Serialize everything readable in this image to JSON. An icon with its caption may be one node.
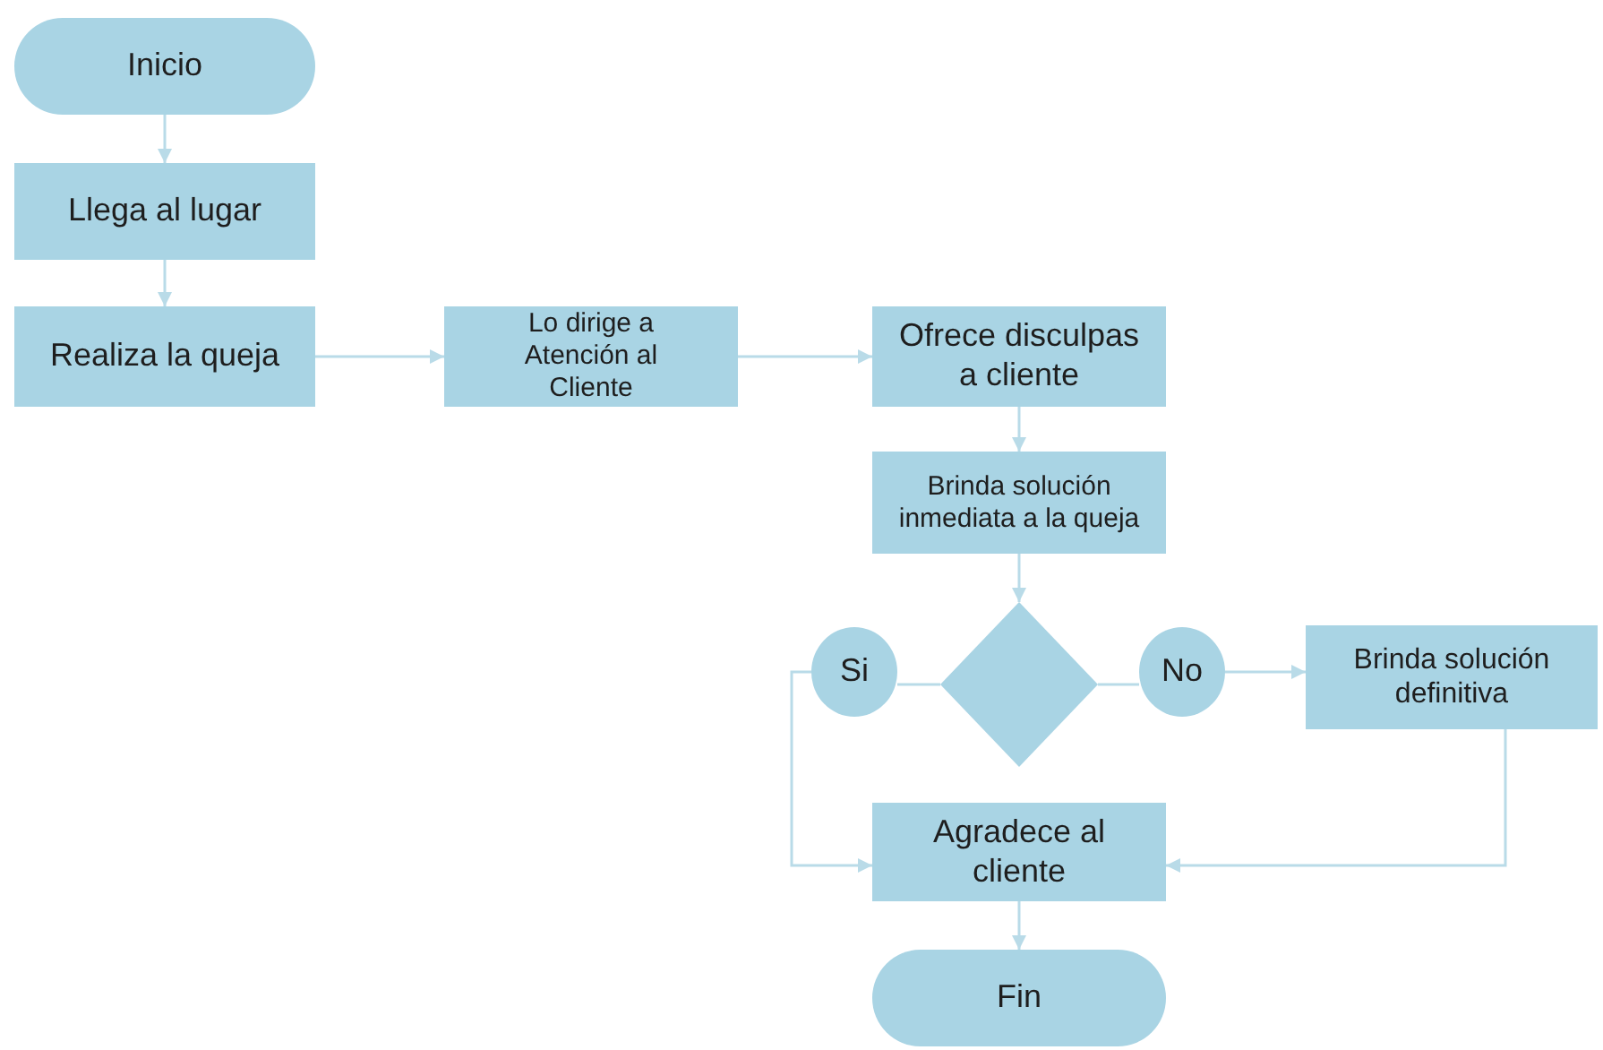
{
  "diagram": {
    "nodes": [
      {
        "text": [
          "Inicio"
        ]
      },
      {
        "text": [
          "Llega al lugar"
        ]
      },
      {
        "text": [
          "Realiza la queja"
        ]
      },
      {
        "text": [
          "Lo dirige a Atención al Cliente"
        ]
      },
      {
        "text": [
          "Ofrece disculpas a cliente"
        ]
      },
      {
        "text": [
          "Brinda solución inmediata a la queja"
        ]
      },
      {
        "text": [],
        "shape": "diamond"
      },
      {
        "text": [
          "Si"
        ]
      },
      {
        "text": [
          "No"
        ]
      },
      {
        "text": [
          "Brinda solución definitiva"
        ]
      },
      {
        "text": [
          "Agradece al cliente"
        ]
      },
      {
        "text": [
          "Fin"
        ]
      }
    ],
    "edges": [
      {
        "from": 0,
        "to": 1,
        "arrow": "to"
      },
      {
        "from": 1,
        "to": 2,
        "arrow": "to"
      },
      {
        "from": 2,
        "to": 3,
        "arrow": "to"
      },
      {
        "from": 3,
        "to": 4,
        "arrow": "to"
      },
      {
        "from": 4,
        "to": 5,
        "arrow": "to"
      },
      {
        "from": 5,
        "to": 6,
        "arrow": "to"
      },
      {
        "from": 6,
        "to": 7,
        "arrow": "none"
      },
      {
        "from": 6,
        "to": 8,
        "arrow": "none"
      },
      {
        "from": 8,
        "to": 9,
        "arrow": "to"
      },
      {
        "from": 7,
        "to": 10,
        "arrow": "to"
      },
      {
        "from": 9,
        "to": 10,
        "arrow": "to"
      },
      {
        "from": 10,
        "to": 11,
        "arrow": "to"
      }
    ]
  }
}
